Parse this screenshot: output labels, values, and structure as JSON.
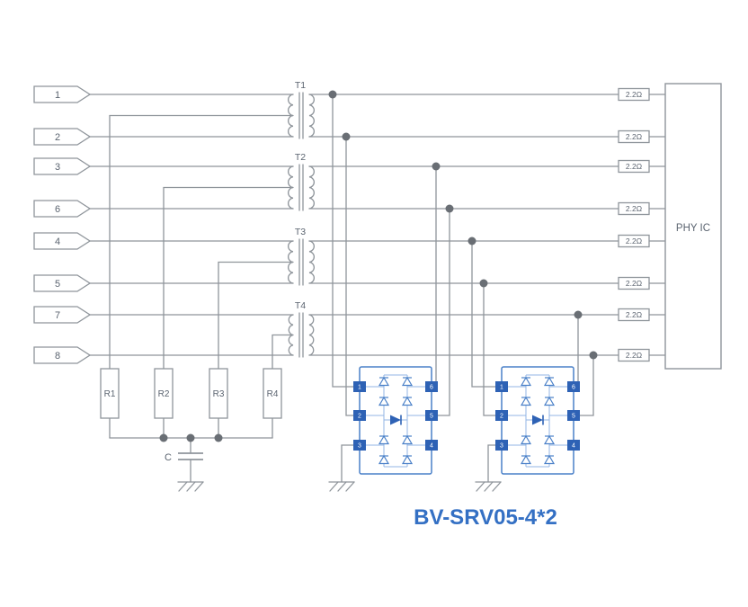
{
  "title": "BV-SRV05-4*2",
  "colors": {
    "wire": "#8f959b",
    "accent_blue": "#3470c4",
    "tvs_border": "#4a80c8",
    "tvs_pin_fill": "#2e62b5",
    "junction_dot": "#696e74",
    "label_text": "#5b6470"
  },
  "input_pins": [
    {
      "label": "1"
    },
    {
      "label": "2"
    },
    {
      "label": "3"
    },
    {
      "label": "6"
    },
    {
      "label": "4"
    },
    {
      "label": "5"
    },
    {
      "label": "7"
    },
    {
      "label": "8"
    }
  ],
  "transformers": [
    {
      "label": "T1"
    },
    {
      "label": "T2"
    },
    {
      "label": "T3"
    },
    {
      "label": "T4"
    }
  ],
  "termination_resistors": [
    {
      "label": "R1"
    },
    {
      "label": "R2"
    },
    {
      "label": "R3"
    },
    {
      "label": "R4"
    }
  ],
  "capacitor": {
    "label": "C"
  },
  "series_resistor": {
    "value": "2.2Ω"
  },
  "phy": {
    "label": "PHY IC"
  },
  "tvs_arrays": [
    {
      "pins_left": [
        "1",
        "2",
        "3"
      ],
      "pins_right": [
        "6",
        "5",
        "4"
      ]
    },
    {
      "pins_left": [
        "1",
        "2",
        "3"
      ],
      "pins_right": [
        "6",
        "5",
        "4"
      ]
    }
  ]
}
